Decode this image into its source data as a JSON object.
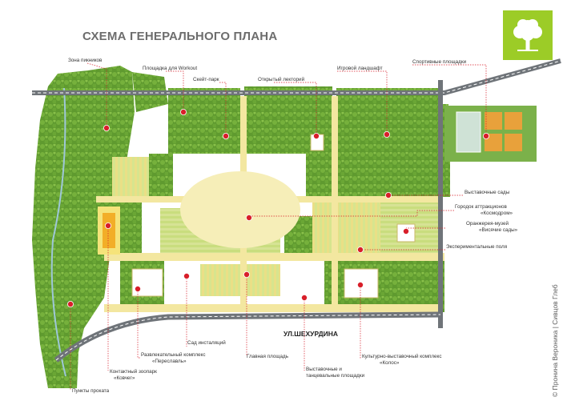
{
  "title": "СХЕМА ГЕНЕРАЛЬНОГО ПЛАНА",
  "credit": "© Пронина Вероника | Сивцов Глеб",
  "street": "УЛ.ШЕХУРДИНА",
  "labels": {
    "picnic": "Зона пикников",
    "workout": "Площадка для Workout",
    "skatepark": "Скейт-парк",
    "lecture": "Открытый лекторий",
    "playscape": "Игровой ландшафт",
    "sports": "Спортивные площадки",
    "exhibition_gardens": "Выставочные сады",
    "kosmodrom_1": "Городок аттракционов",
    "kosmodrom_2": "«Космодром»",
    "hanging_1": "Оранжерея-музей",
    "hanging_2": "«Висячие сады»",
    "experimental": "Экспериментальные поля",
    "installations": "Сад инсталяций",
    "pereslavl_1": "Развлекательный комплекс",
    "pereslavl_2": "«Переславль»",
    "zoo_1": "Контактный зоопарк",
    "zoo_2": "«Ковчег»",
    "rental": "Пункты проката",
    "main_square": "Главная площадь",
    "dance_1": "Выставочные и",
    "dance_2": "танцевальные площадки",
    "kolos_1": "Культурно-выставочный комплекс",
    "kolos_2": "«Колос»"
  },
  "colors": {
    "accent": "#d81f2a",
    "forest": "#5f9a2f",
    "logo": "#9ccc27",
    "road": "#6f7479",
    "plaza": "#f3e7a0"
  },
  "icons": [
    "tree-logo-icon"
  ]
}
